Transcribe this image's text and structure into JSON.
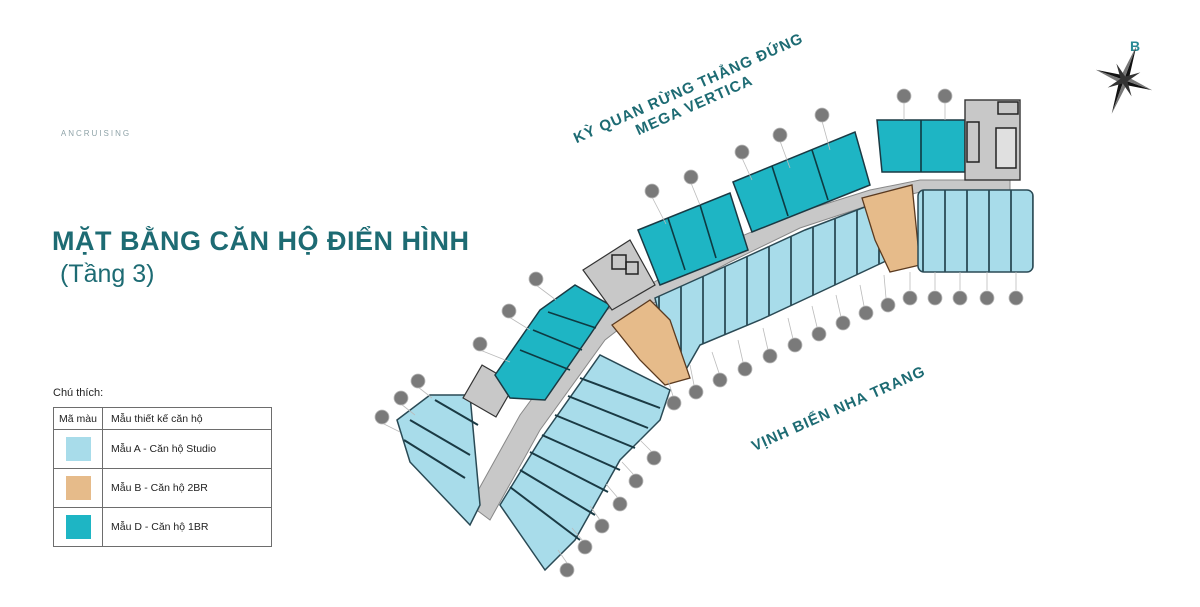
{
  "logo": {
    "icon": "tower-logo-icon",
    "text": "ANCRUISING"
  },
  "title": "MẶT BẰNG CĂN HỘ ĐIỂN HÌNH",
  "subtitle": "(Tầng 3)",
  "compass": {
    "icon": "compass-rose-icon",
    "north_label": "B"
  },
  "annotations": {
    "top_line1": "KỲ QUAN RỪNG THẲNG ĐỨNG",
    "top_line2": "MEGA VERTICA",
    "bottom": "VỊNH BIỂN NHA TRANG"
  },
  "legend": {
    "caption": "Chú thích:",
    "headers": [
      "Mã màu",
      "Mẫu thiết kế căn hộ"
    ],
    "rows": [
      {
        "color": "#a8dcea",
        "label": "Mẫu A - Căn hộ Studio"
      },
      {
        "color": "#e6bb8a",
        "label": "Mẫu B - Căn hộ 2BR"
      },
      {
        "color": "#1eb5c4",
        "label": "Mẫu D - Căn hộ 1BR"
      }
    ]
  },
  "colors": {
    "studio": "#a8dcea",
    "two_br": "#e6bb8a",
    "one_br": "#1eb5c4",
    "corridor": "#c8c8c8",
    "title": "#1d6b73",
    "unit_marker": "#7a7a7a"
  }
}
